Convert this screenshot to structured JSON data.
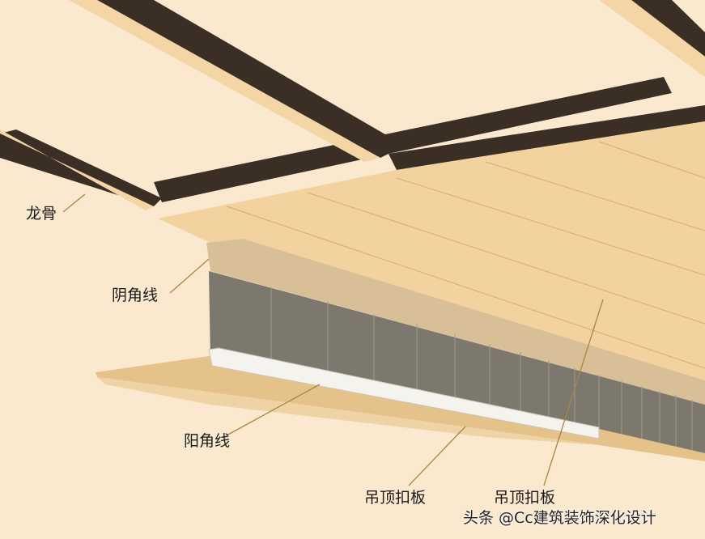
{
  "diagram": {
    "subject": "Suspended ceiling panel system assembly",
    "labels": {
      "keel": "龙骨",
      "inner_corner_line": "阴角线",
      "outer_corner_line": "阳角线",
      "ceiling_panel_1": "吊顶扣板",
      "ceiling_panel_2": "吊顶扣板"
    },
    "watermark": "头条 @Cc建筑装饰深化设计",
    "colors": {
      "background": "#fbe9cf",
      "panel": "#f2d3a0",
      "panel_shade": "#e3bd83",
      "keel": "#3a2d24",
      "wall": "#7d786d",
      "leader": "#a8873f"
    }
  }
}
